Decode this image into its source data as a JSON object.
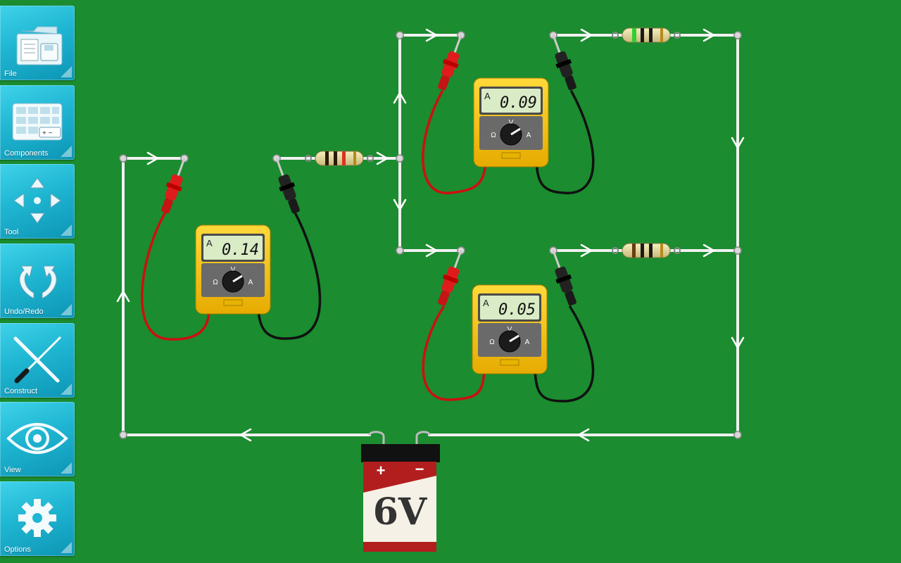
{
  "toolbar": {
    "items": [
      {
        "id": "file",
        "label": "File",
        "icon": "folder-file-icon"
      },
      {
        "id": "components",
        "label": "Components",
        "icon": "components-grid-icon"
      },
      {
        "id": "tool",
        "label": "Tool",
        "icon": "move-arrows-icon"
      },
      {
        "id": "undoredo",
        "label": "Undo/Redo",
        "icon": "undo-redo-icon"
      },
      {
        "id": "construct",
        "label": "Construct",
        "icon": "wrench-screwdriver-icon"
      },
      {
        "id": "view",
        "label": "View",
        "icon": "eye-icon"
      },
      {
        "id": "options",
        "label": "Options",
        "icon": "gear-icon"
      }
    ]
  },
  "meters": [
    {
      "id": "meter-main",
      "unit": "A",
      "reading": "0.14",
      "dial_left": "Ω",
      "dial_top": "V",
      "dial_right": "A"
    },
    {
      "id": "meter-top-branch",
      "unit": "A",
      "reading": "0.09",
      "dial_left": "Ω",
      "dial_top": "V",
      "dial_right": "A"
    },
    {
      "id": "meter-bottom-branch",
      "unit": "A",
      "reading": "0.05",
      "dial_left": "Ω",
      "dial_top": "V",
      "dial_right": "A"
    }
  ],
  "battery": {
    "voltage": "6V",
    "plus": "+",
    "minus": "−"
  },
  "colors": {
    "board": "#1b8c2f",
    "toolbar": "#1fb6d2",
    "wire": "#f2f2f2",
    "meter_body": "#f4c21a",
    "lcd": "#d9ecc6",
    "probe_red": "#d81818",
    "probe_black": "#1a1a1a"
  }
}
